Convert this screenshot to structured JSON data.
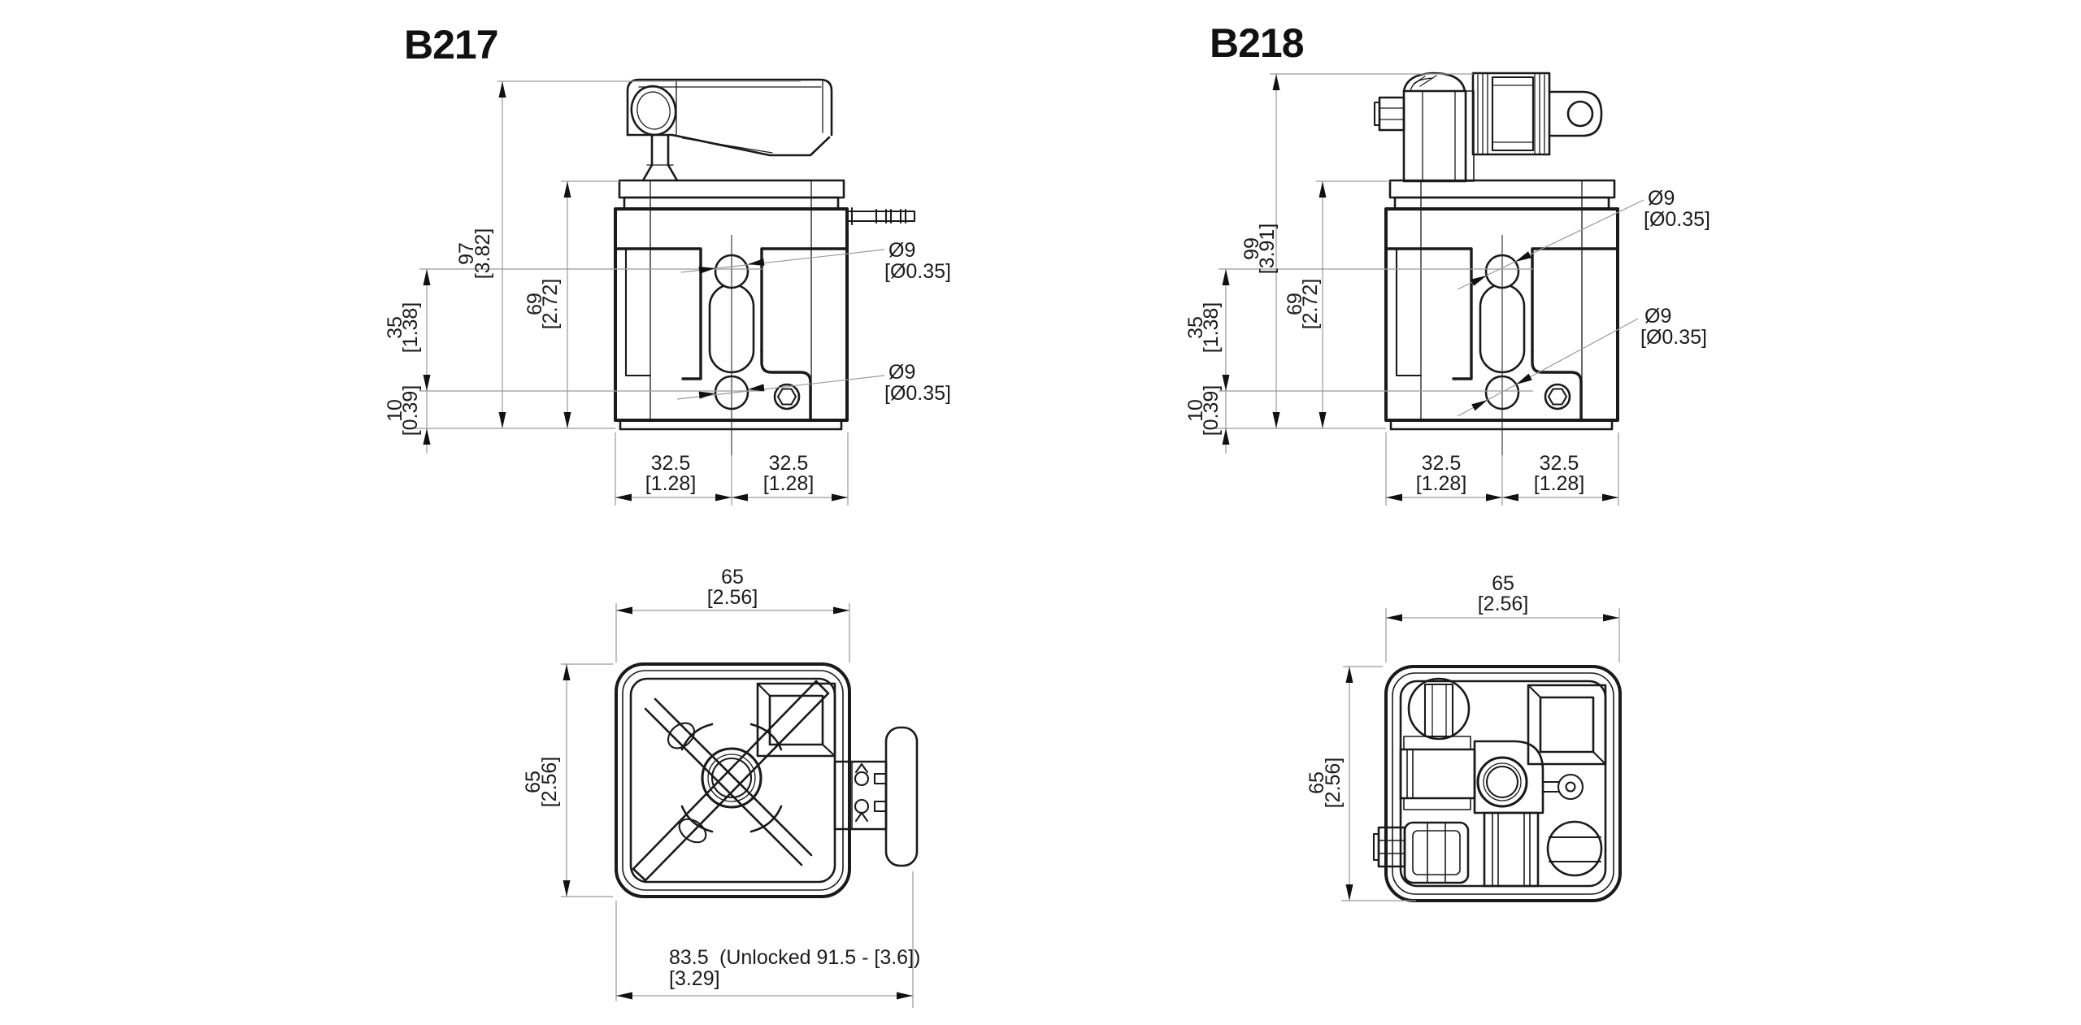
{
  "colors": {
    "drawing_line": "#1a1a1a",
    "dimension_line": "#9a9a9a",
    "text": "#1c1c1c",
    "background": "#ffffff"
  },
  "b217": {
    "title": "B217",
    "front": {
      "total_height_mm": "97",
      "total_height_in": "[3.82]",
      "upper_height_mm": "69",
      "upper_height_in": "[2.72]",
      "hole_spacing_mm": "35",
      "hole_spacing_in": "[1.38]",
      "base_offset_mm": "10",
      "base_offset_in": "[0.39]",
      "hole_top_dia_mm": "Ø9",
      "hole_top_dia_in": "[Ø0.35]",
      "hole_bottom_dia_mm": "Ø9",
      "hole_bottom_dia_in": "[Ø0.35]",
      "half_width_left_mm": "32.5",
      "half_width_left_in": "[1.28]",
      "half_width_right_mm": "32.5",
      "half_width_right_in": "[1.28]"
    },
    "bottom": {
      "width_mm": "65",
      "width_in": "[2.56]",
      "height_mm": "65",
      "height_in": "[2.56]",
      "depth_mm": "83.5",
      "depth_note": "(Unlocked 91.5 - [3.6])",
      "depth_in": "[3.29]"
    }
  },
  "b218": {
    "title": "B218",
    "front": {
      "total_height_mm": "99",
      "total_height_in": "[3.91]",
      "upper_height_mm": "69",
      "upper_height_in": "[2.72]",
      "hole_spacing_mm": "35",
      "hole_spacing_in": "[1.38]",
      "base_offset_mm": "10",
      "base_offset_in": "[0.39]",
      "hole_top_dia_mm": "Ø9",
      "hole_top_dia_in": "[Ø0.35]",
      "hole_bottom_dia_mm": "Ø9",
      "hole_bottom_dia_in": "[Ø0.35]",
      "half_width_left_mm": "32.5",
      "half_width_left_in": "[1.28]",
      "half_width_right_mm": "32.5",
      "half_width_right_in": "[1.28]"
    },
    "bottom": {
      "width_mm": "65",
      "width_in": "[2.56]",
      "height_mm": "65",
      "height_in": "[2.56]"
    }
  }
}
